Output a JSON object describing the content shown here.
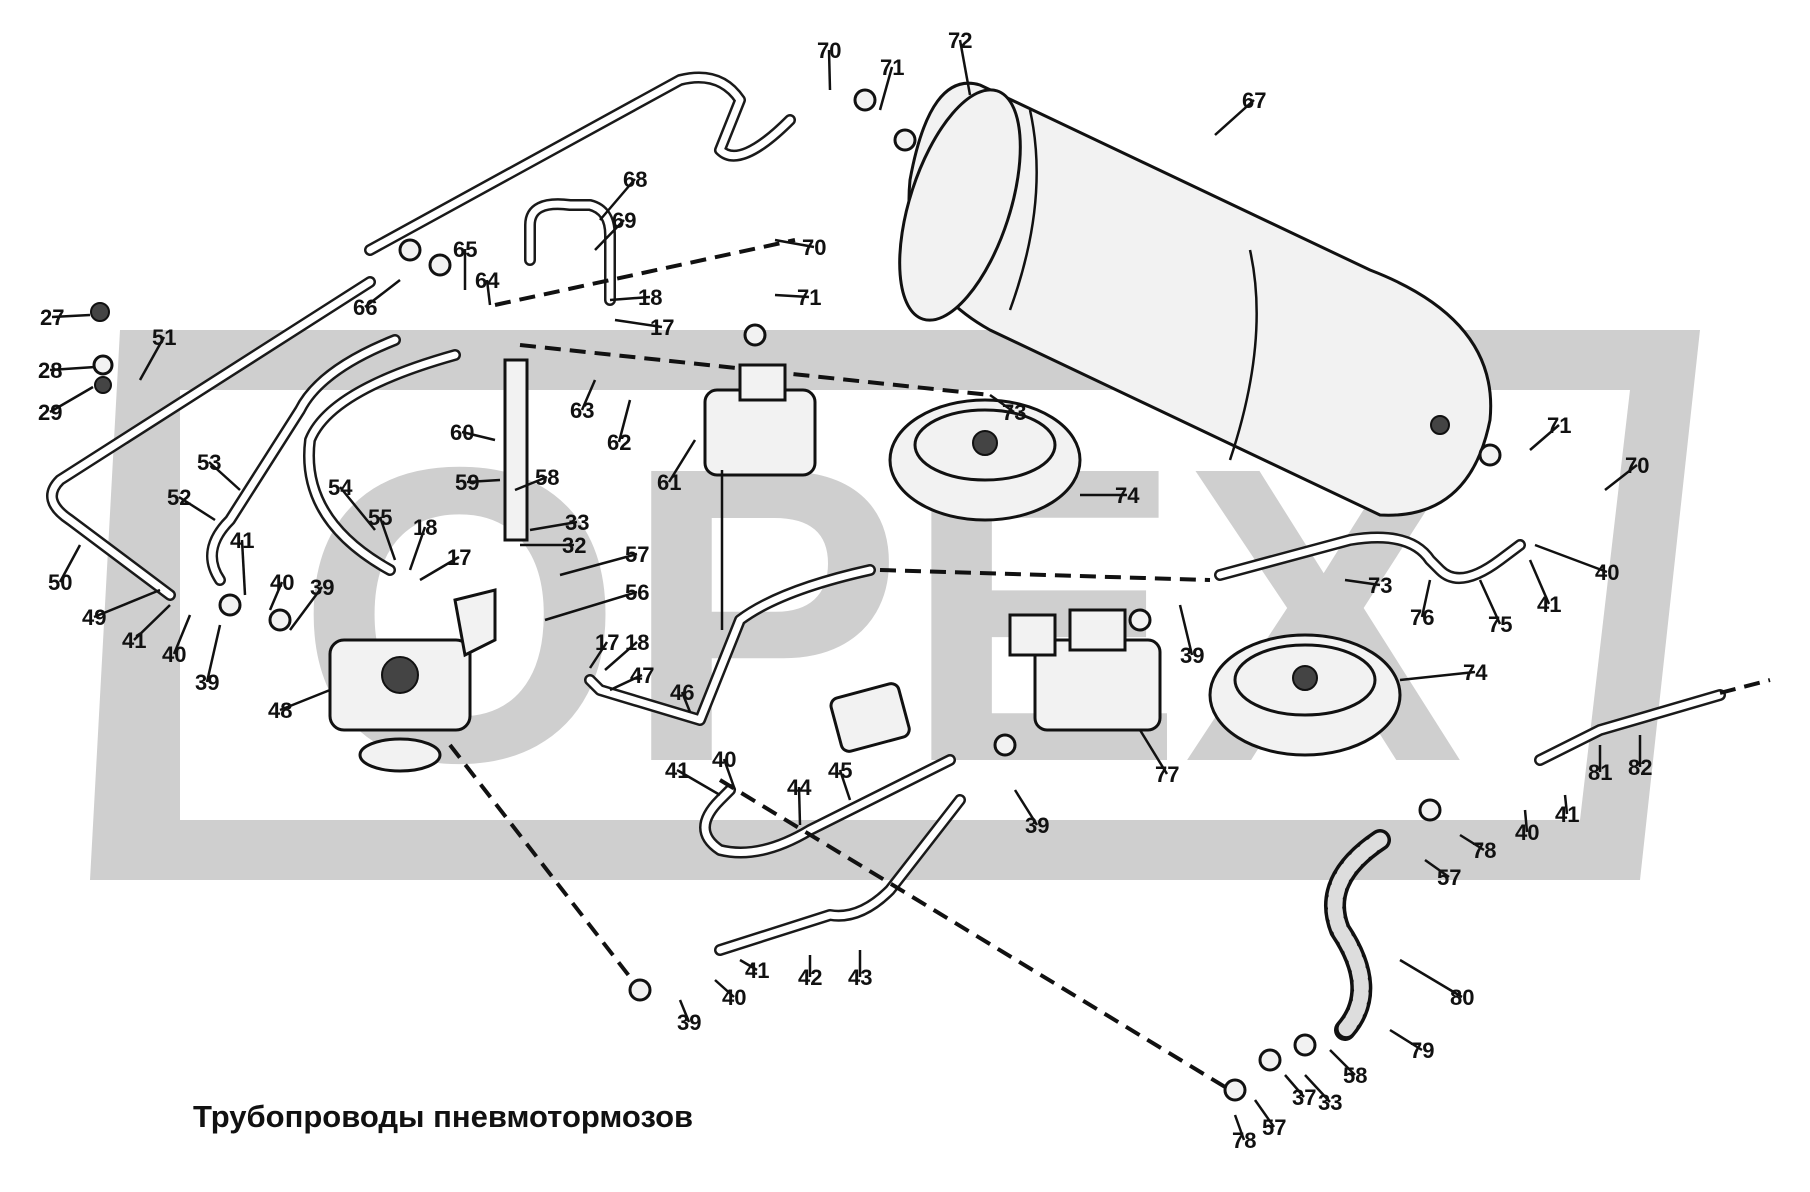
{
  "diagram": {
    "caption": "Трубопроводы пневмотормозов",
    "watermark": "OPEX",
    "background_color": "#ffffff",
    "line_color": "#111111",
    "watermark_color": "#cfcfcf",
    "labels": [
      "27",
      "28",
      "29",
      "51",
      "53",
      "52",
      "50",
      "49",
      "41",
      "40",
      "39",
      "48",
      "41",
      "40",
      "39",
      "54",
      "55",
      "18",
      "17",
      "66",
      "65",
      "64",
      "60",
      "59",
      "58",
      "33",
      "32",
      "57",
      "56",
      "68",
      "69",
      "18",
      "17",
      "70",
      "71",
      "63",
      "62",
      "61",
      "73",
      "70",
      "71",
      "72",
      "67",
      "74",
      "71",
      "70",
      "40",
      "41",
      "75",
      "76",
      "73",
      "39",
      "74",
      "77",
      "39",
      "17",
      "18",
      "47",
      "46",
      "41",
      "40",
      "44",
      "45",
      "39",
      "40",
      "41",
      "42",
      "43",
      "57",
      "78",
      "40",
      "41",
      "81",
      "82",
      "80",
      "79",
      "58",
      "33",
      "37",
      "57",
      "78"
    ]
  }
}
